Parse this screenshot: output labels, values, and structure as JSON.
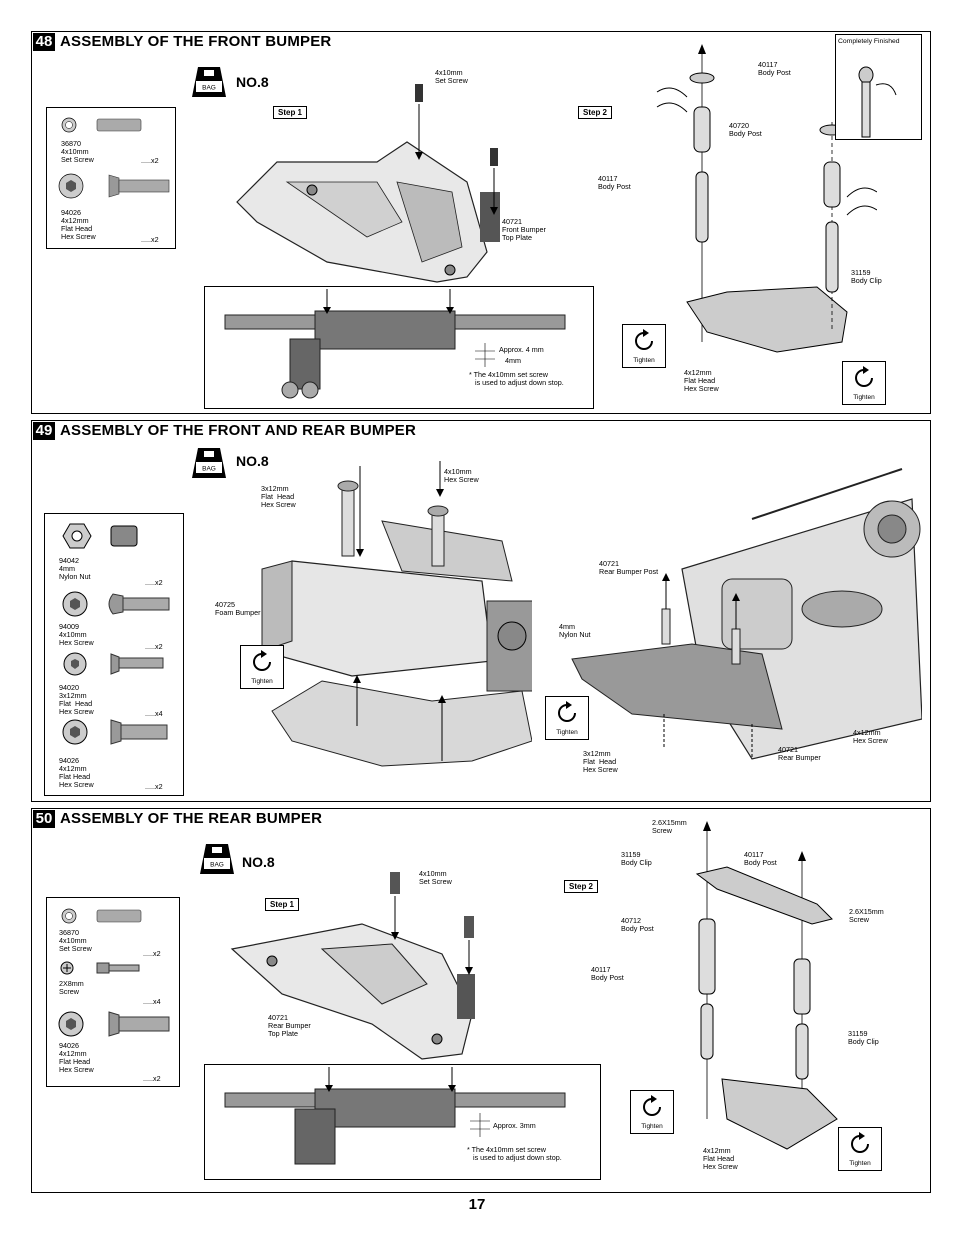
{
  "page_number": "17",
  "sections": [
    {
      "step": "48",
      "title": "ASSEMBLY OF THE FRONT BUMPER",
      "bag_label": "BAG",
      "bag_no": "NO.8",
      "parts": [
        {
          "code": "36870",
          "size": "4x10mm",
          "name": "Set Screw",
          "qty": ".....x2"
        },
        {
          "code": "94026",
          "size": "4x12mm",
          "name": "Flat Head\nHex Screw",
          "qty": ".....x2"
        }
      ],
      "step1": "Step 1",
      "step2": "Step 2",
      "labels": {
        "set_screw": "4x10mm\nSet Screw",
        "top_plate": "40721\nFront Bumper\nTop Plate",
        "approx": "Approx. 4 mm",
        "mm4": "4mm",
        "note": "* The 4x10mm set screw\n   is used to adjust down stop.",
        "body_post_top": "40117\nBody Post",
        "body_post_mid": "40720\nBody Post",
        "body_post_left": "40117\nBody Post",
        "body_clip": "31159\nBody Clip",
        "flat_head": "4x12mm\nFlat Head\nHex Screw",
        "finished": "Completely Finished",
        "tighten": "Tighten"
      }
    },
    {
      "step": "49",
      "title": "ASSEMBLY OF THE FRONT AND REAR BUMPER",
      "bag_label": "BAG",
      "bag_no": "NO.8",
      "parts": [
        {
          "code": "94042",
          "size": "4mm",
          "name": "Nylon Nut",
          "qty": ".....x2"
        },
        {
          "code": "94009",
          "size": "4x10mm",
          "name": "Hex Screw",
          "qty": ".....x2"
        },
        {
          "code": "94020",
          "size": "3x12mm",
          "name": "Flat  Head\nHex Screw",
          "qty": ".....x4"
        },
        {
          "code": "94026",
          "size": "4x12mm",
          "name": "Flat Head\nHex Screw",
          "qty": ".....x2"
        }
      ],
      "labels": {
        "flat_3x12_top": "3x12mm\nFlat  Head\nHex Screw",
        "hex_4x10": "4x10mm\nHex Screw",
        "foam": "40725\nFoam Bumper",
        "rear_post": "40721\nRear Bumper Post",
        "nylon": "4mm\nNylon Nut",
        "flat_3x12_bottom": "3x12mm\nFlat  Head\nHex Screw",
        "rear_bumper": "40721\nRear Bumper",
        "hex_4x12": "4x12mm\nHex Screw",
        "tighten": "Tighten"
      }
    },
    {
      "step": "50",
      "title": "ASSEMBLY OF THE REAR BUMPER",
      "bag_label": "BAG",
      "bag_no": "NO.8",
      "parts": [
        {
          "code": "36870",
          "size": "4x10mm",
          "name": "Set Screw",
          "qty": ".....x2"
        },
        {
          "code": "",
          "size": "2X8mm",
          "name": "Screw",
          "qty": ".....x4"
        },
        {
          "code": "94026",
          "size": "4x12mm",
          "name": "Flat Head\nHex Screw",
          "qty": ".....x2"
        }
      ],
      "step1": "Step 1",
      "step2": "Step 2",
      "labels": {
        "set_screw": "4x10mm\nSet Screw",
        "top_plate": "40721\nRear Bumper\nTop Plate",
        "approx": "Approx. 3mm",
        "note": "* The 4x10mm set screw\n   is used to adjust down stop.",
        "screw_top": "2.6X15mm\nScrew",
        "clip_left": "31159\nBody Clip",
        "post_top": "40117\nBody Post",
        "post_712": "40712\nBody Post",
        "screw_right": "2.6X15mm\nScrew",
        "post_left": "40117\nBody Post",
        "clip_right": "31159\nBody Clip",
        "flat_head": "4x12mm\nFlat Head\nHex Screw",
        "tighten": "Tighten"
      }
    }
  ]
}
